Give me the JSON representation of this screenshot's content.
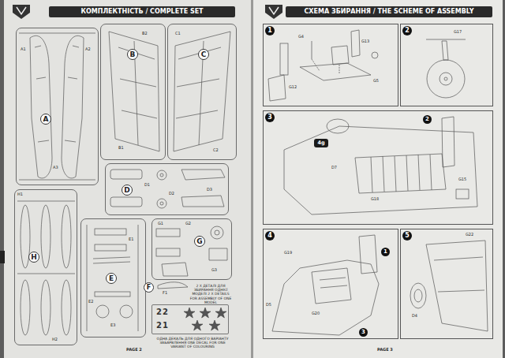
{
  "diagram": {
    "nodes": [
      {
        "text": [
          "КОМПЛЕКТНІСТЬ / COMPLETE SET"
        ]
      },
      {
        "text": [
          "A"
        ]
      },
      {
        "text": [
          "B"
        ]
      },
      {
        "text": [
          "C"
        ]
      },
      {
        "text": [
          "D"
        ]
      },
      {
        "text": [
          "H"
        ]
      },
      {
        "text": [
          "E"
        ]
      },
      {
        "text": [
          "G"
        ]
      },
      {
        "text": [
          "F"
        ]
      },
      {
        "text": [
          "22",
          "21"
        ]
      },
      {
        "text": [
          "СХЕМА ЗБИРАННЯ / THE SCHEME OF ASSEMBLY"
        ]
      },
      {
        "text": [
          "1"
        ]
      },
      {
        "text": [
          "2"
        ]
      },
      {
        "text": [
          "3"
        ]
      },
      {
        "text": [
          "2"
        ],
        "in": 13
      },
      {
        "text": [
          "4g"
        ],
        "in": 13
      },
      {
        "text": [
          "4"
        ]
      },
      {
        "text": [
          "1"
        ],
        "in": 16
      },
      {
        "text": [
          "3"
        ],
        "in": 16
      },
      {
        "text": [
          "5"
        ]
      }
    ],
    "labels": [
      "PAGE 2",
      "PAGE 3",
      "2 Х ДЕТАЛІ ДЛЯ ЗБИРАННЯ ОДНІЄЇ МОДЕЛІ 2 X DETAILS FOR ASSEMBLY OF ONE MODEL",
      "ОДНА ДЕКАЛЬ ДЛЯ ОДНОГО ВАРІАНТУ ЗАБАРВЛЕННЯ ONE DECAL FOR ONE VARIANT OF COLOURING",
      "A1",
      "A2",
      "A3",
      "B1",
      "B2",
      "C1",
      "C2",
      "D1",
      "D2",
      "D3",
      "E1",
      "E2",
      "E3",
      "H1",
      "H2",
      "G1",
      "G2",
      "G3",
      "F1",
      "G12",
      "G4",
      "G13",
      "G5",
      "G17",
      "D7",
      "G18",
      "G15",
      "G19",
      "G20",
      "D5",
      "D4",
      "G22"
    ]
  }
}
